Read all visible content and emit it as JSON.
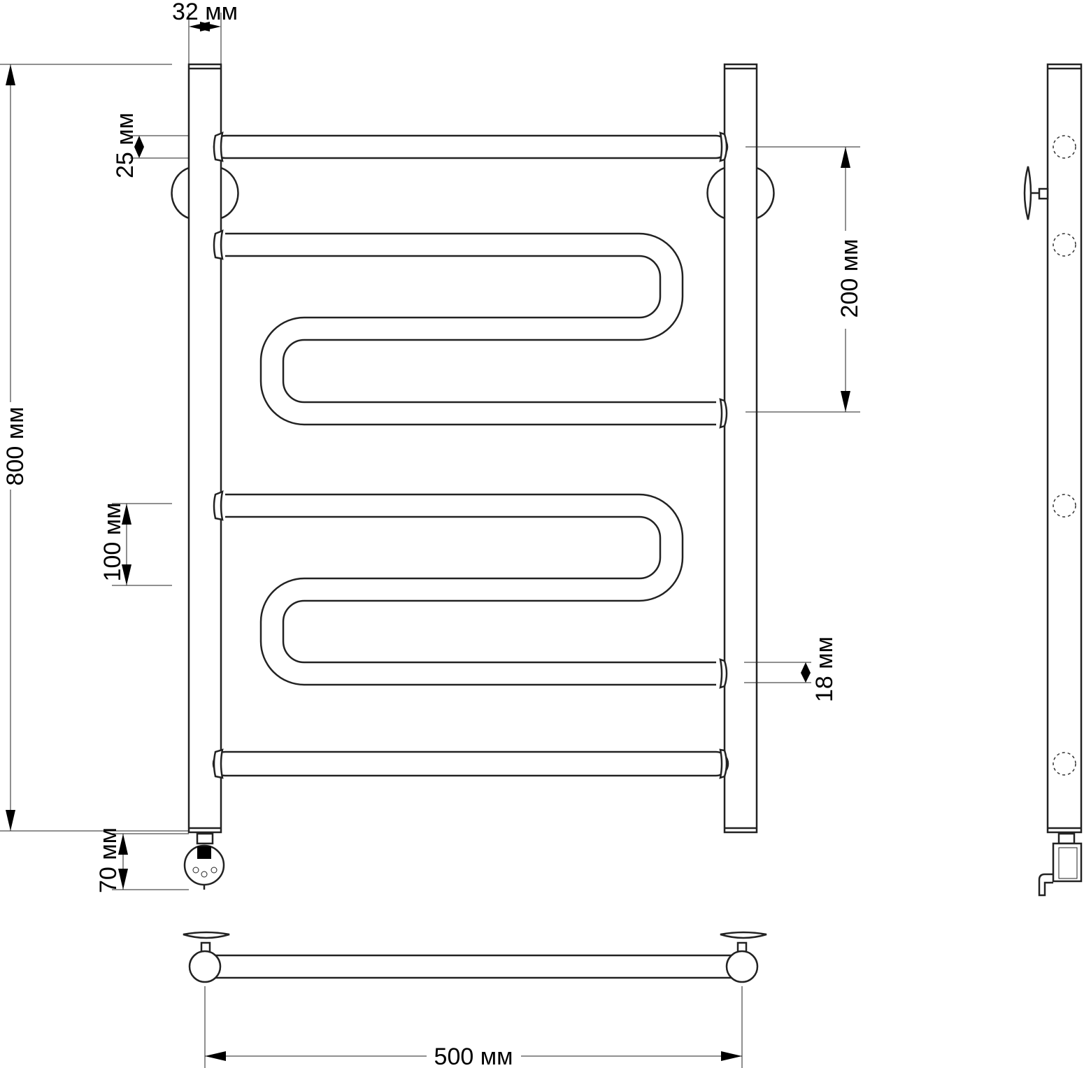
{
  "dimensions": {
    "height_total": "800 мм",
    "pipe_width": "32 мм",
    "bar_diameter": "25 мм",
    "bar_spacing": "100 мм",
    "connection_spacing": "200 мм",
    "connection_diameter": "18 мм",
    "thermostat_height": "70 мм",
    "width_total": "500 мм"
  }
}
